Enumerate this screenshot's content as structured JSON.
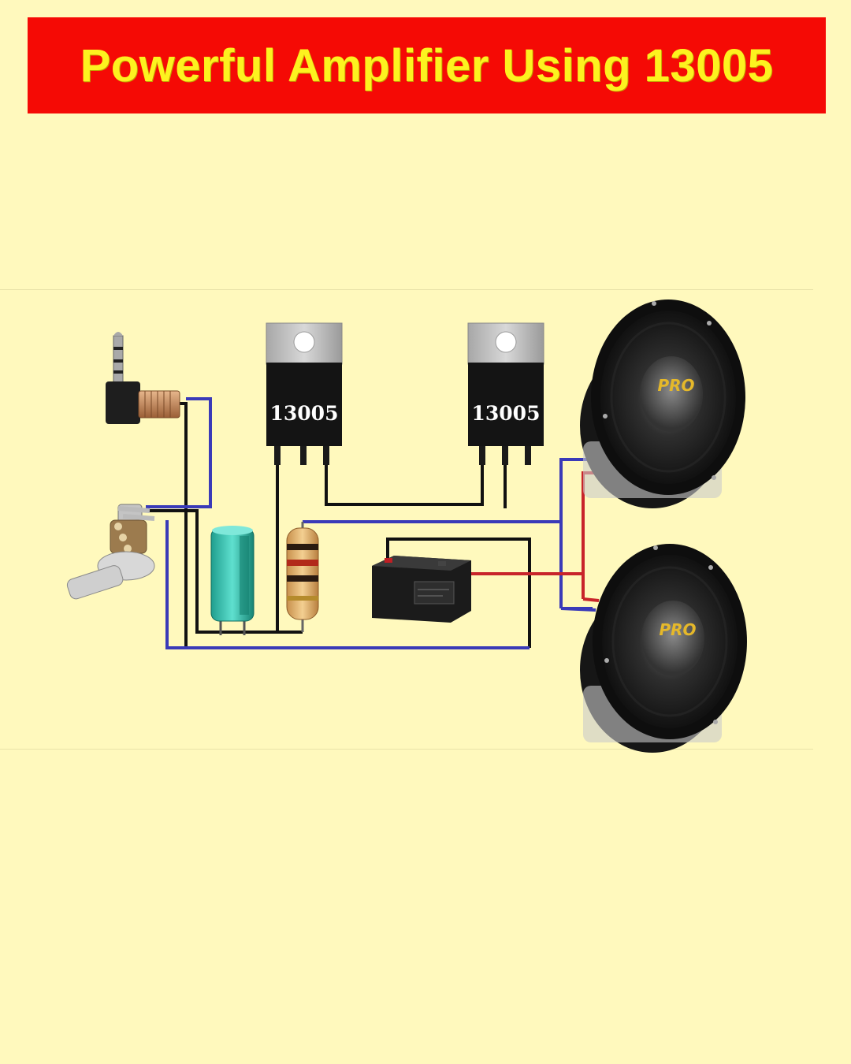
{
  "title": "Powerful Amplifier Using 13005",
  "transistors": [
    {
      "label": "13005"
    },
    {
      "label": "13005"
    }
  ],
  "speaker_badge": "PRO",
  "colors": {
    "banner": "#f50a05",
    "title_text": "#fdf21f",
    "background": "#fff9bd",
    "wire_black": "#111111",
    "wire_blue": "#3a3ab8",
    "wire_red": "#c8242a"
  }
}
